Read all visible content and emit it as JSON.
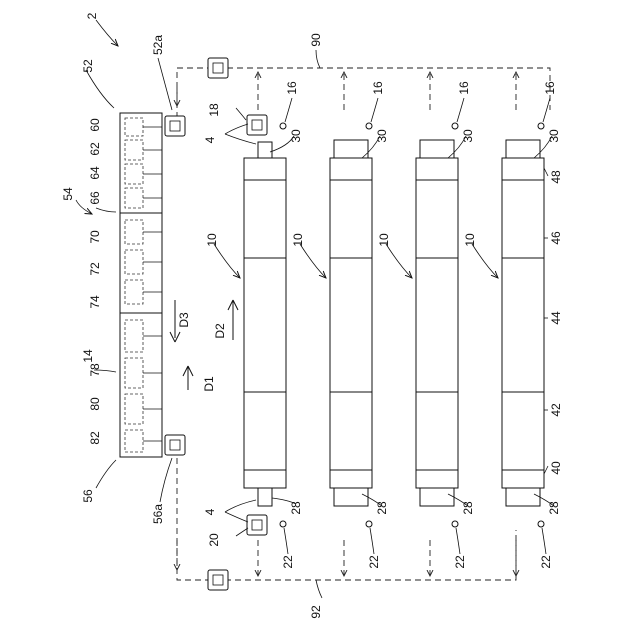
{
  "labels": {
    "fig_ref": "2",
    "line_top": "90",
    "line_bottom": "92",
    "pod_52": "52",
    "pod_52a": "52a",
    "pod_54": "54",
    "pod_14": "14",
    "pod_56": "56",
    "pod_56a": "56a",
    "col_60": "60",
    "col_62": "62",
    "col_64": "64",
    "col_66": "66",
    "col_70": "70",
    "col_72": "72",
    "col_74": "74",
    "col_78": "78",
    "col_80": "80",
    "col_82": "82",
    "dir_d1": "D1",
    "dir_d2": "D2",
    "dir_d3": "D3",
    "top_18": "18",
    "top_4": "4",
    "bot_4": "4",
    "bot_20": "20",
    "s16": [
      "16",
      "16",
      "16",
      "16"
    ],
    "s22": [
      "22",
      "22",
      "22",
      "22"
    ],
    "r30": [
      "30",
      "30",
      "30",
      "30"
    ],
    "r28": [
      "28",
      "28",
      "28",
      "28"
    ],
    "r10": [
      "10",
      "10",
      "10",
      "10"
    ],
    "seg_48": "48",
    "seg_46": "46",
    "seg_44": "44",
    "seg_42": "42",
    "seg_40": "40"
  }
}
